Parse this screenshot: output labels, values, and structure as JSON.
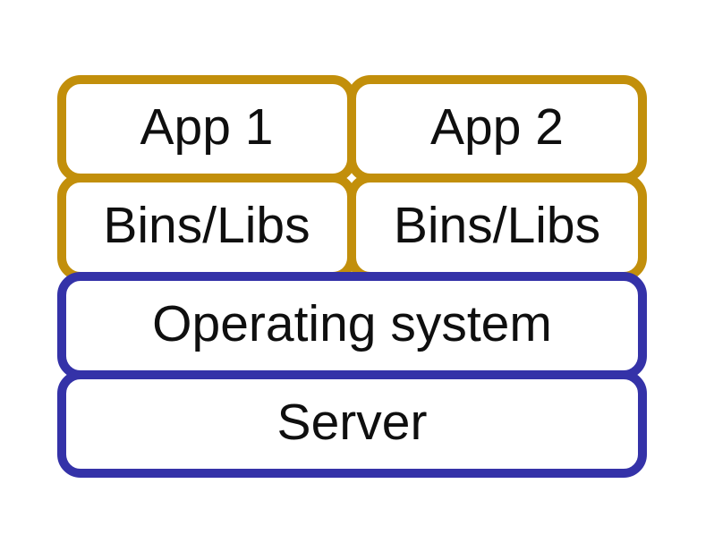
{
  "diagram": {
    "boxes": [
      {
        "label": "App 1",
        "tier": "app"
      },
      {
        "label": "App 2",
        "tier": "app"
      },
      {
        "label": "Bins/Libs",
        "tier": "app"
      },
      {
        "label": "Bins/Libs",
        "tier": "app"
      },
      {
        "label": "Operating system",
        "tier": "infra"
      },
      {
        "label": "Server",
        "tier": "infra"
      }
    ],
    "colors": {
      "app_tier_border": "#C28F0B",
      "infra_tier_border": "#3432A8",
      "box_fill": "#FFFFFF",
      "text": "#0F0F0F",
      "background": "#FFFFFF"
    }
  }
}
